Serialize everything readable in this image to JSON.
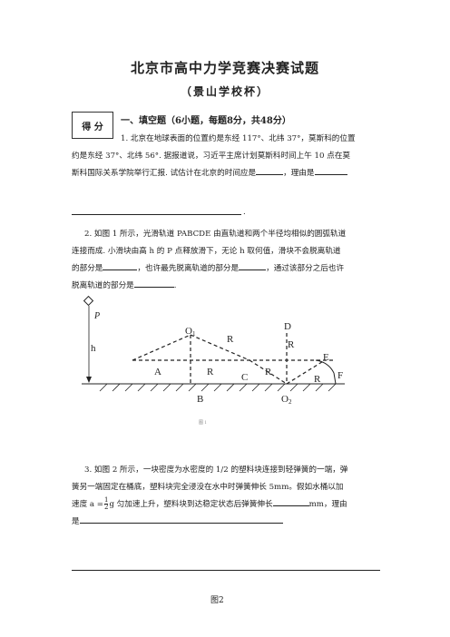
{
  "header": {
    "title": "北京市高中力学竞赛决赛试题",
    "subtitle": "（景山学校杯）",
    "score_label": "得 分",
    "section_heading": "一、填空题（6小题，每题8分，共48分）"
  },
  "q1": {
    "line1": "1. 北京在地球表面的位置约是东经 117°、北纬 37°，莫斯科的位置",
    "line2": "约是东经 37°、北纬 56°. 据报道说，习近平主席计划莫斯科时间上午 10 点在莫",
    "line3a": "斯科国际关系学院举行汇报. 试估计在北京的时间应是",
    "line3b": "，理由是",
    "line4_end": "."
  },
  "q2": {
    "line1": "2. 如图 1 所示，光滑轨道 PABCDE 由直轨道和两个半径均相似的圆弧轨道",
    "line2": "连接而成. 小滑块由高 h 的 P 点释放滑下，无论 h 取何值，滑块不会脱离轨道",
    "line3a": "的部分是",
    "line3b": "，也许最先脱离轨道的部分是",
    "line3c": "，通过该部分之后也许",
    "line4a": "脱离轨道的部分是",
    "line4b": "."
  },
  "figure1": {
    "labels": {
      "P": "P",
      "h": "h",
      "O1": "O",
      "O1_sub": "1",
      "A": "A",
      "B": "B",
      "C": "C",
      "D": "D",
      "E": "E",
      "F": "F",
      "O2": "O",
      "O2_sub": "2",
      "R": "R"
    },
    "caption": "图 1"
  },
  "q3": {
    "line1": "3. 如图 2 所示，一块密度为水密度的 1/2 的塑料块连接到轻弹簧的一端，弹",
    "line2": "簧另一端固定在桶底，塑料块完全浸没在水中时弹簧伸长 5mm。假如水桶以加",
    "line3a": "速度 a =",
    "frac_num": "1",
    "frac_den": "2",
    "line3b": "g 匀加速上升，塑料块到达稳定状态后弹簧伸长",
    "line3c": "mm，理由",
    "line4": "是"
  },
  "figure2": {
    "caption": "图2"
  }
}
